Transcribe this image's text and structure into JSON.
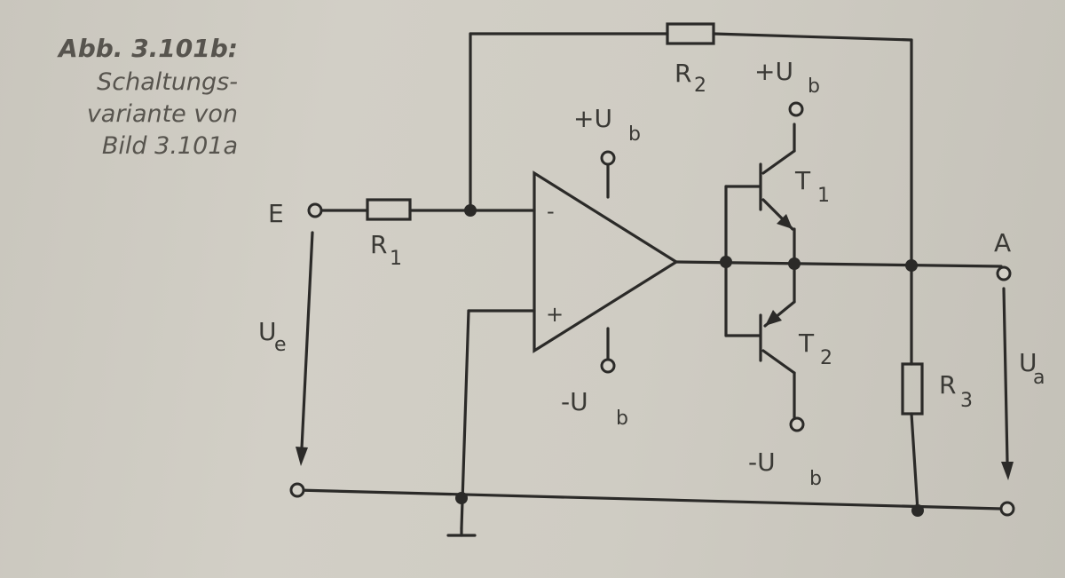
{
  "caption": {
    "title": "Abb. 3.101b:",
    "lines": [
      "Schaltungs-",
      "variante von",
      "Bild 3.101a"
    ]
  },
  "labels": {
    "E": "E",
    "A": "A",
    "R1": "R",
    "R1_sub": "1",
    "R2": "R",
    "R2_sub": "2",
    "R3": "R",
    "R3_sub": "3",
    "T1": "T",
    "T1_sub": "1",
    "T2": "T",
    "T2_sub": "2",
    "Ue": "U",
    "Ue_sub": "e",
    "Ua": "U",
    "Ua_sub": "a",
    "opamp_vplus": "+U",
    "opamp_vplus_sub": "b",
    "opamp_vminus": "-U",
    "opamp_vminus_sub": "b",
    "t1_vplus": "+U",
    "t1_vplus_sub": "b",
    "t2_vminus": "-U",
    "t2_vminus_sub": "b",
    "inv_input": "-",
    "noninv_input": "+"
  }
}
